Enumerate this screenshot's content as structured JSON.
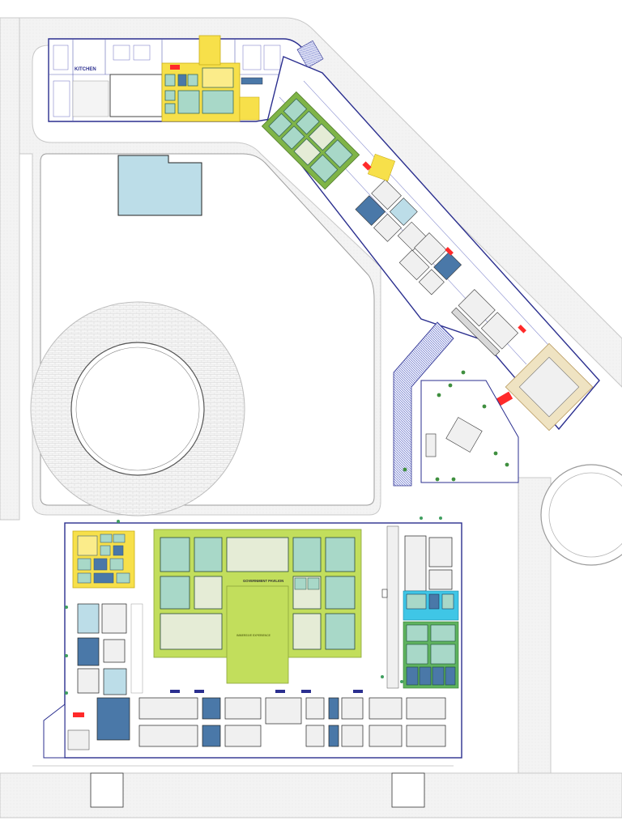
{
  "colors": {
    "background": "#ffffff",
    "road": "#f2f2f2",
    "road_edge": "#bdbdbd",
    "wall": "#2b2f8f",
    "yellow_zone": "#f7e04a",
    "yellow_zone_light": "#fbec8a",
    "lime_zone": "#c2de5c",
    "green_zone": "#7fb447",
    "teal_booth": "#a8d8c8",
    "pale_booth": "#e5ecd6",
    "navy_booth": "#4a78a8",
    "light_blue": "#bcdde8",
    "cyan_zone": "#3fc6e6",
    "grey_booth": "#f0f0f0",
    "red_mark": "#ff2a2a"
  },
  "labels": {
    "kitchen": "KITCHEN",
    "government_pavilion": "GOVERNMENT PAVILION",
    "immersive_experience": "IMMERSIVE EXPERIENCE"
  },
  "icons": {
    "building": "building-outline",
    "booth": "booth-rect",
    "stage": "circular-arena",
    "stairs": "stairs-hatch",
    "tree": "tree-icon",
    "exit": "exit-marker"
  }
}
